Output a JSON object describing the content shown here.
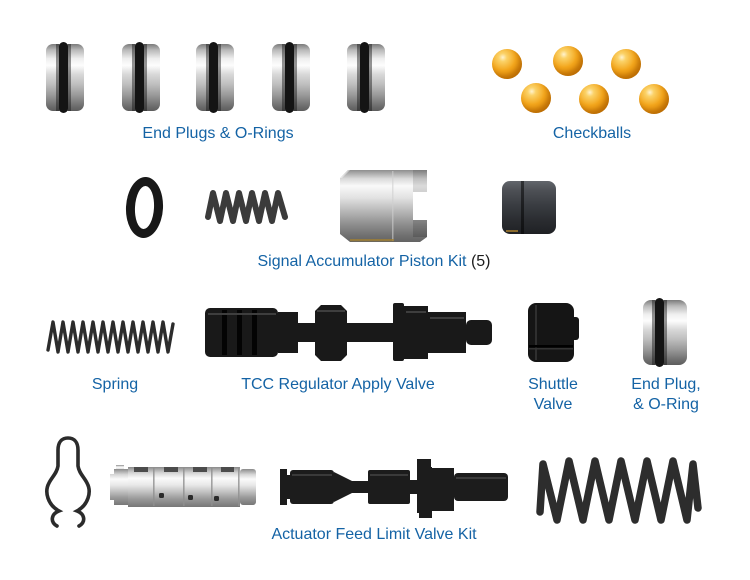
{
  "page": {
    "background": "#ffffff"
  },
  "colors": {
    "label_blue": "#1463a5",
    "checkball_orange": "#f3a61c",
    "metal_dark": "#1b1b1b",
    "chrome_light": "#efefef"
  },
  "groups": {
    "end_plugs": {
      "label": "End Plugs & O-Rings",
      "count": 5
    },
    "checkballs": {
      "label": "Checkballs",
      "count": 6
    },
    "signal_accumulator": {
      "label": "Signal Accumulator Piston Kit",
      "quantity": "(5)"
    },
    "spring": {
      "label": "Spring"
    },
    "tcc_valve": {
      "label": "TCC Regulator Apply Valve"
    },
    "shuttle_valve": {
      "label_line1": "Shuttle",
      "label_line2": "Valve"
    },
    "end_plug_oring": {
      "label_line1": "End Plug,",
      "label_line2": "& O-Ring"
    },
    "actuator_kit": {
      "label": "Actuator Feed Limit Valve Kit"
    }
  }
}
